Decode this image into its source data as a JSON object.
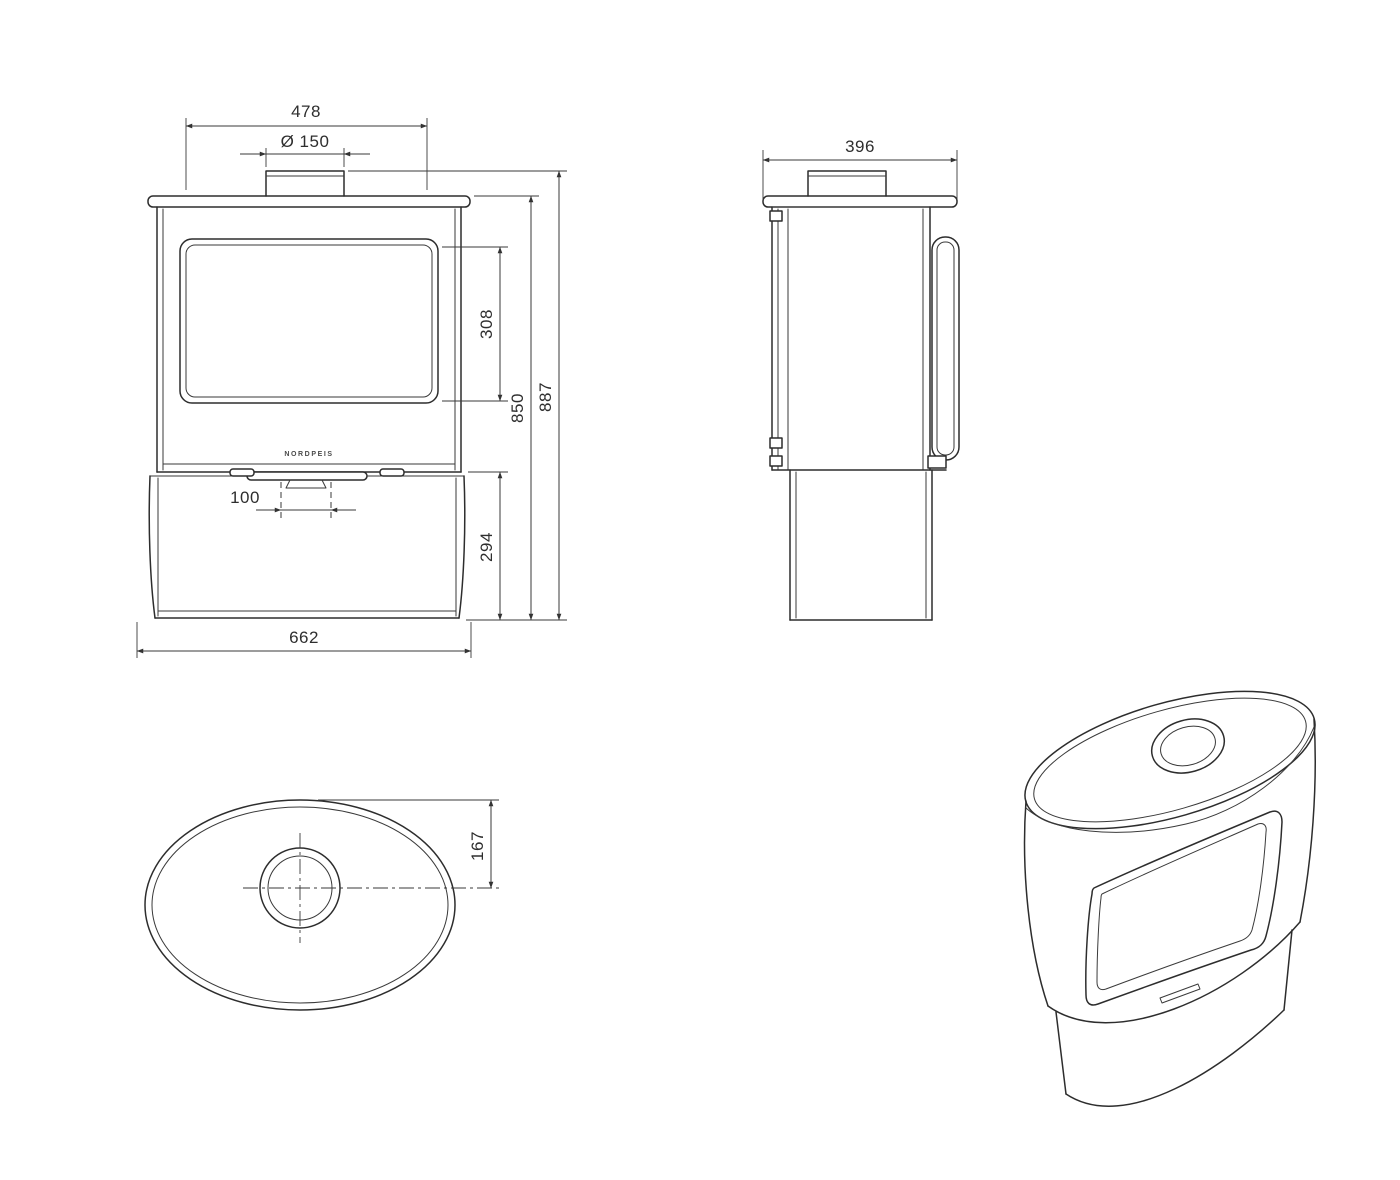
{
  "drawing": {
    "type": "technical-dimension-drawing",
    "subject": "oval wood-burning stove",
    "line_color": "#2d2d2d",
    "dim_color": "#3a3a3a",
    "background": "#ffffff"
  },
  "views": {
    "front": {
      "name": "front-view",
      "brand_label": "NORDPEIS",
      "dims": {
        "top_width": "478",
        "flue_diameter": "Ø 150",
        "glass_height": "308",
        "body_height": "850",
        "total_height": "887",
        "base_height": "294",
        "ash_lip_width": "100",
        "total_width": "662"
      }
    },
    "side": {
      "name": "side-view",
      "dims": {
        "depth": "396"
      }
    },
    "top": {
      "name": "top-view",
      "dims": {
        "flue_center_offset": "167"
      }
    },
    "iso": {
      "name": "isometric-view"
    }
  }
}
